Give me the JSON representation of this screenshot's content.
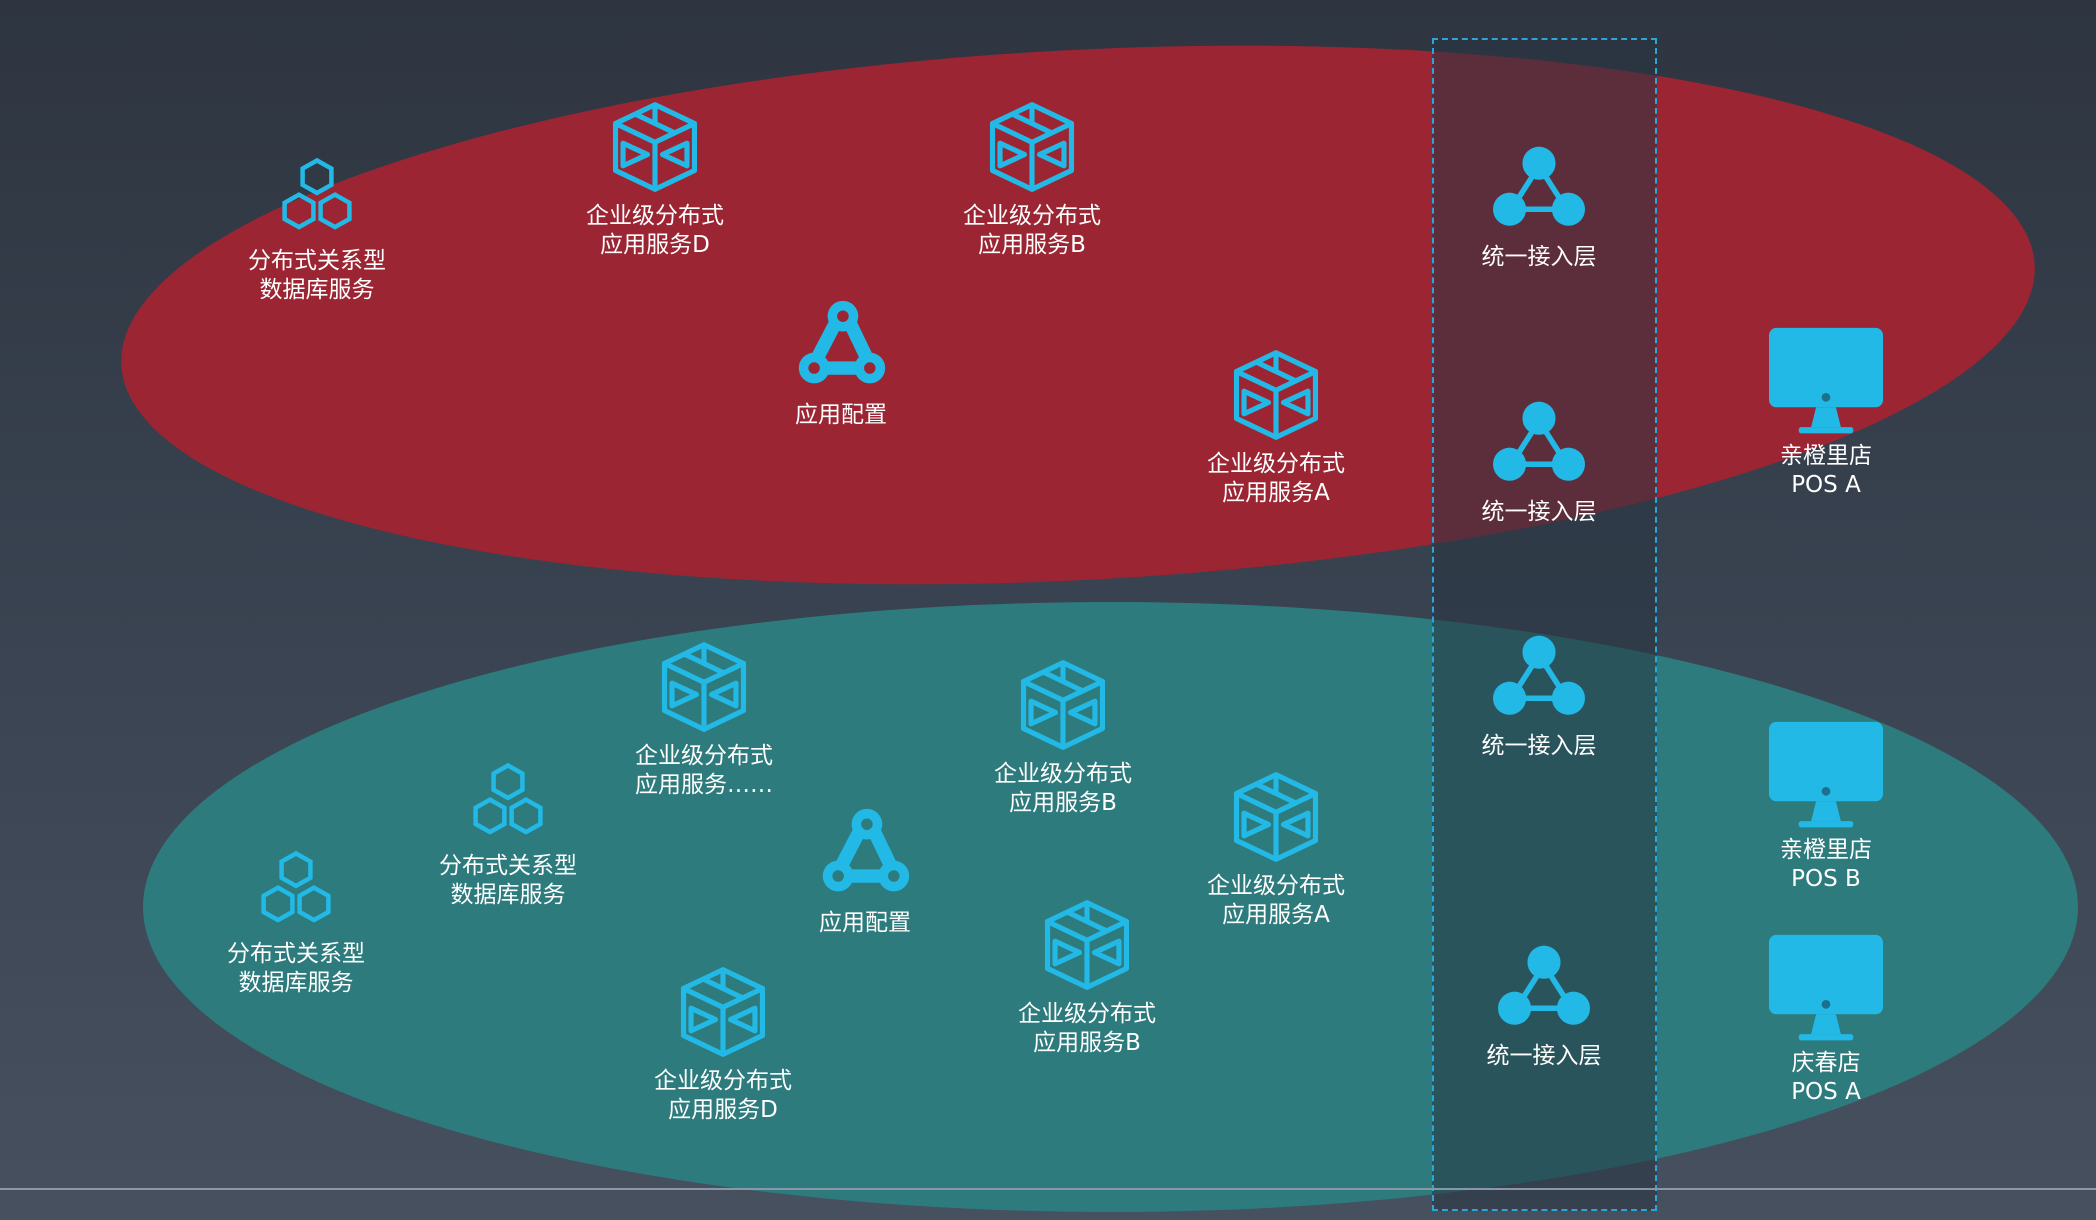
{
  "colors": {
    "top_ellipse": "#9b2533",
    "bottom_ellipse": "#2d7b7d",
    "icon": "#23b9e6",
    "access_column_border": "#2aa7d6"
  },
  "top_zone": {
    "db": {
      "icon": "hexagon-cluster-icon",
      "line1": "分布式关系型",
      "line2": "数据库服务"
    },
    "svc_d": {
      "icon": "cube-icon",
      "line1": "企业级分布式",
      "line2": "应用服务D"
    },
    "svc_b": {
      "icon": "cube-icon",
      "line1": "企业级分布式",
      "line2": "应用服务B"
    },
    "config": {
      "icon": "config-chain-icon",
      "label": "应用配置"
    },
    "svc_a": {
      "icon": "cube-icon",
      "line1": "企业级分布式",
      "line2": "应用服务A"
    }
  },
  "bottom_zone": {
    "db1": {
      "icon": "hexagon-cluster-icon",
      "line1": "分布式关系型",
      "line2": "数据库服务"
    },
    "db2": {
      "icon": "hexagon-cluster-icon",
      "line1": "分布式关系型",
      "line2": "数据库服务"
    },
    "svc_more": {
      "icon": "cube-icon",
      "line1": "企业级分布式",
      "line2": "应用服务……"
    },
    "svc_b1": {
      "icon": "cube-icon",
      "line1": "企业级分布式",
      "line2": "应用服务B"
    },
    "config": {
      "icon": "config-chain-icon",
      "label": "应用配置"
    },
    "svc_a": {
      "icon": "cube-icon",
      "line1": "企业级分布式",
      "line2": "应用服务A"
    },
    "svc_b2": {
      "icon": "cube-icon",
      "line1": "企业级分布式",
      "line2": "应用服务B"
    },
    "svc_d": {
      "icon": "cube-icon",
      "line1": "企业级分布式",
      "line2": "应用服务D"
    }
  },
  "access_layer": [
    {
      "icon": "triangle-network-icon",
      "label": "统一接入层"
    },
    {
      "icon": "triangle-network-icon",
      "label": "统一接入层"
    },
    {
      "icon": "triangle-network-icon",
      "label": "统一接入层"
    },
    {
      "icon": "triangle-network-icon",
      "label": "统一接入层"
    }
  ],
  "pos_terminals": [
    {
      "icon": "monitor-icon",
      "line1": "亲橙里店",
      "line2": "POS A"
    },
    {
      "icon": "monitor-icon",
      "line1": "亲橙里店",
      "line2": "POS B"
    },
    {
      "icon": "monitor-icon",
      "line1": "庆春店",
      "line2": "POS A"
    }
  ]
}
